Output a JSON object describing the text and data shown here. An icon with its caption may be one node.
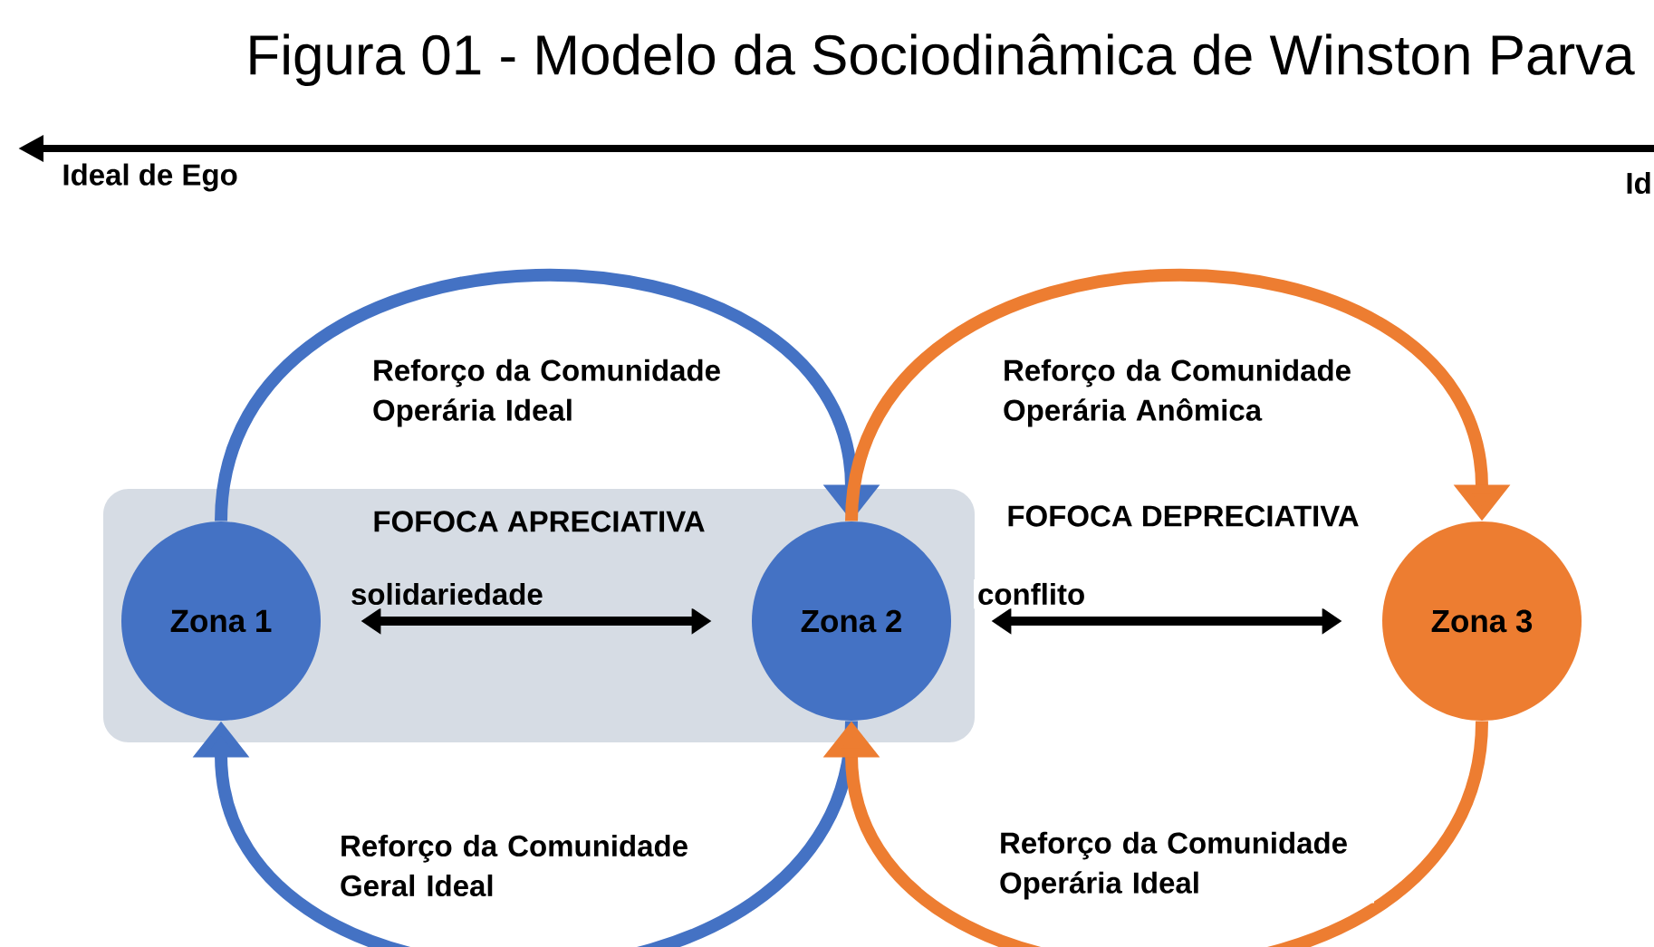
{
  "diagram": {
    "title": "Figura 01 - Modelo da Sociodinâmica de Winston Parva",
    "nodes": [
      {
        "text": [
          "FOFOCA APRECIATIVA"
        ]
      },
      {
        "text": [
          "Zona 1"
        ],
        "in": 0
      },
      {
        "text": [
          "Zona 2"
        ],
        "in": 0
      },
      {
        "text": [
          "Zona 3"
        ]
      }
    ],
    "edges": [
      {
        "from": 1,
        "to": 2,
        "arrow": "to",
        "label": "Reforço da Comunidade Operária Ideal",
        "color": "#4472c4"
      },
      {
        "from": 2,
        "to": 1,
        "arrow": "to",
        "label": "Reforço da Comunidade Geral Ideal",
        "color": "#4472c4"
      },
      {
        "from": 2,
        "to": 3,
        "arrow": "to",
        "label": "Reforço da Comunidade Operária Anômica",
        "color": "#ed7d31"
      },
      {
        "from": 3,
        "to": 2,
        "arrow": "to",
        "label": "Reforço da Comunidade Operária Ideal",
        "color": "#ed7d31"
      },
      {
        "from": 1,
        "to": 2,
        "arrow": "both",
        "label": "solidariedade",
        "color": "#000000"
      },
      {
        "from": 2,
        "to": 3,
        "arrow": "both",
        "label": "conflito",
        "color": "#000000"
      }
    ],
    "labels": [
      "Ideal de Ego",
      "Id",
      "FOFOCA DEPRECIATIVA"
    ]
  }
}
